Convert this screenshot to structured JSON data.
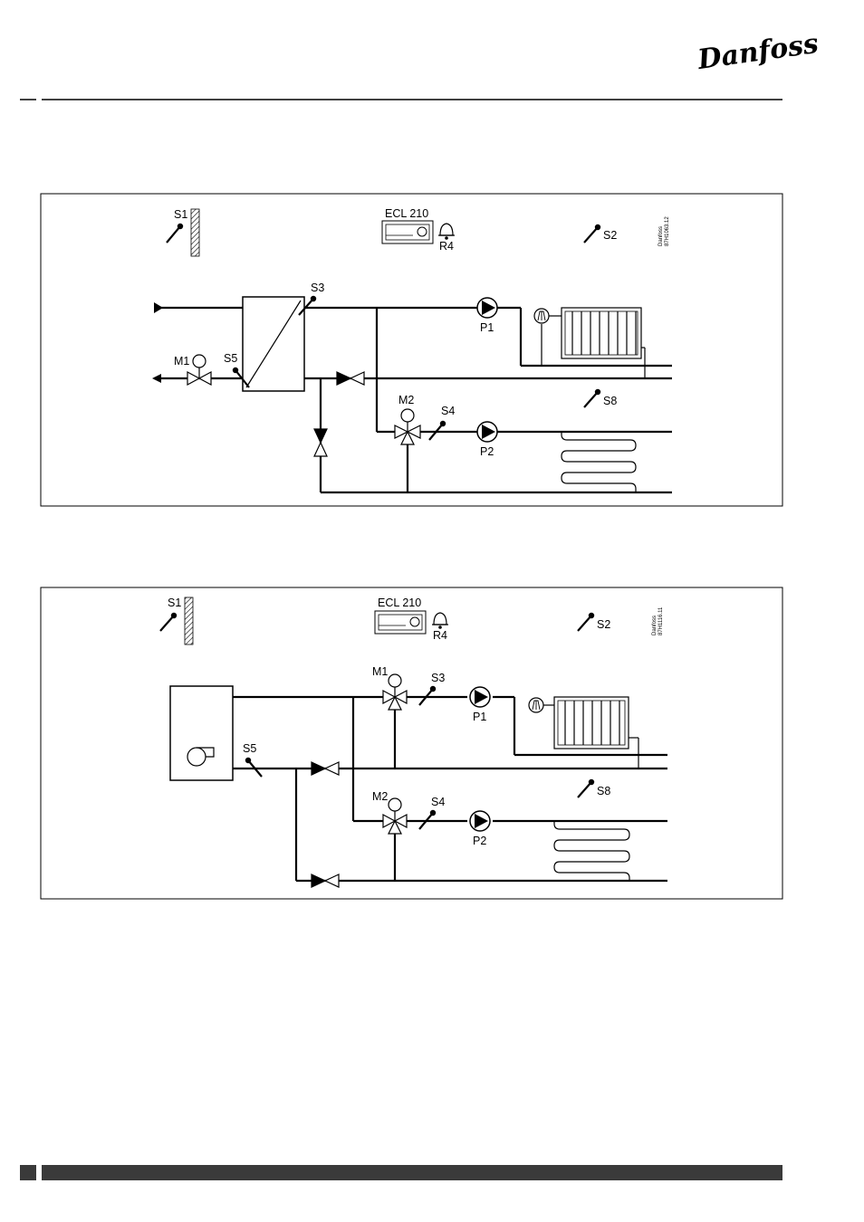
{
  "brand": {
    "logo_text": "Danfoss"
  },
  "diagrams": [
    {
      "labels": {
        "outdoor_sensor": "S1",
        "controller": "ECL 210",
        "alarm": "R4",
        "room_sensor_1": "S2",
        "drawing_no": [
          "Danfoss",
          "87H1063.12"
        ],
        "supply_sensor": "S3",
        "valve_primary": "M1",
        "return_sensor": "S5",
        "pump_1": "P1",
        "room_sensor_2": "S8",
        "valve_circuit_2": "M2",
        "supply_sensor_2": "S4",
        "pump_2": "P2"
      }
    },
    {
      "labels": {
        "outdoor_sensor": "S1",
        "controller": "ECL 210",
        "alarm": "R4",
        "room_sensor_1": "S2",
        "drawing_no": [
          "Danfoss",
          "87H1116.11"
        ],
        "valve_circuit_1": "M1",
        "supply_sensor": "S3",
        "return_sensor": "S5",
        "pump_1": "P1",
        "room_sensor_2": "S8",
        "valve_circuit_2": "M2",
        "supply_sensor_2": "S4",
        "pump_2": "P2"
      }
    }
  ]
}
